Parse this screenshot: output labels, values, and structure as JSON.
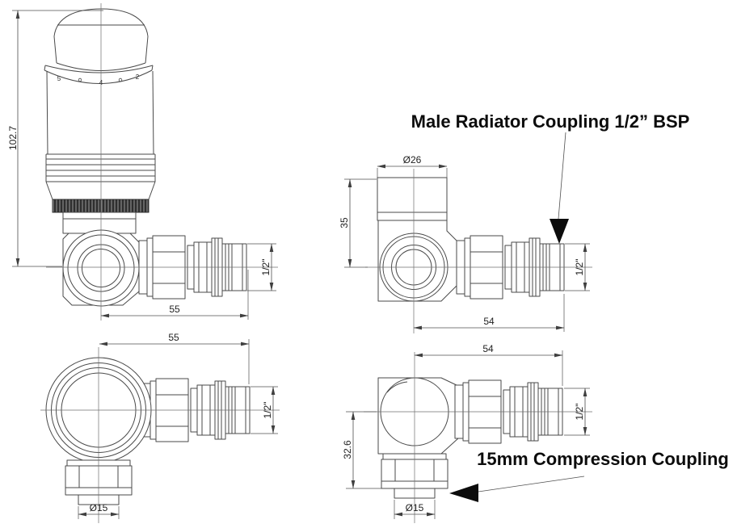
{
  "drawing": {
    "colors": {
      "line": "#4a4a4a",
      "dimension_text": "#1f1f1f",
      "callout_text": "#0c0c0c",
      "background": "#ffffff"
    },
    "callouts": {
      "male_radiator_coupling": "Male Radiator Coupling 1/2” BSP",
      "compression_coupling": "15mm Compression Coupling"
    },
    "views": {
      "front_with_trv_head": {
        "dial_numbers": [
          "5",
          "4",
          "2"
        ],
        "dimensions": {
          "overall_height": "102.7",
          "centre_to_end": "55",
          "radiator_tail": "1/2\""
        }
      },
      "side_capped": {
        "dimensions": {
          "cap_diameter": "Ø26",
          "cap_height": "35",
          "centre_to_end": "54",
          "radiator_tail": "1/2\""
        }
      },
      "top": {
        "dimensions": {
          "centre_to_end": "55",
          "radiator_tail": "1/2\"",
          "pipe_diameter": "Ø15"
        }
      },
      "side_plain": {
        "dimensions": {
          "centre_to_end": "54",
          "centre_to_pipe_end": "32.6",
          "radiator_tail": "1/2\"",
          "pipe_diameter": "Ø15"
        }
      }
    }
  }
}
